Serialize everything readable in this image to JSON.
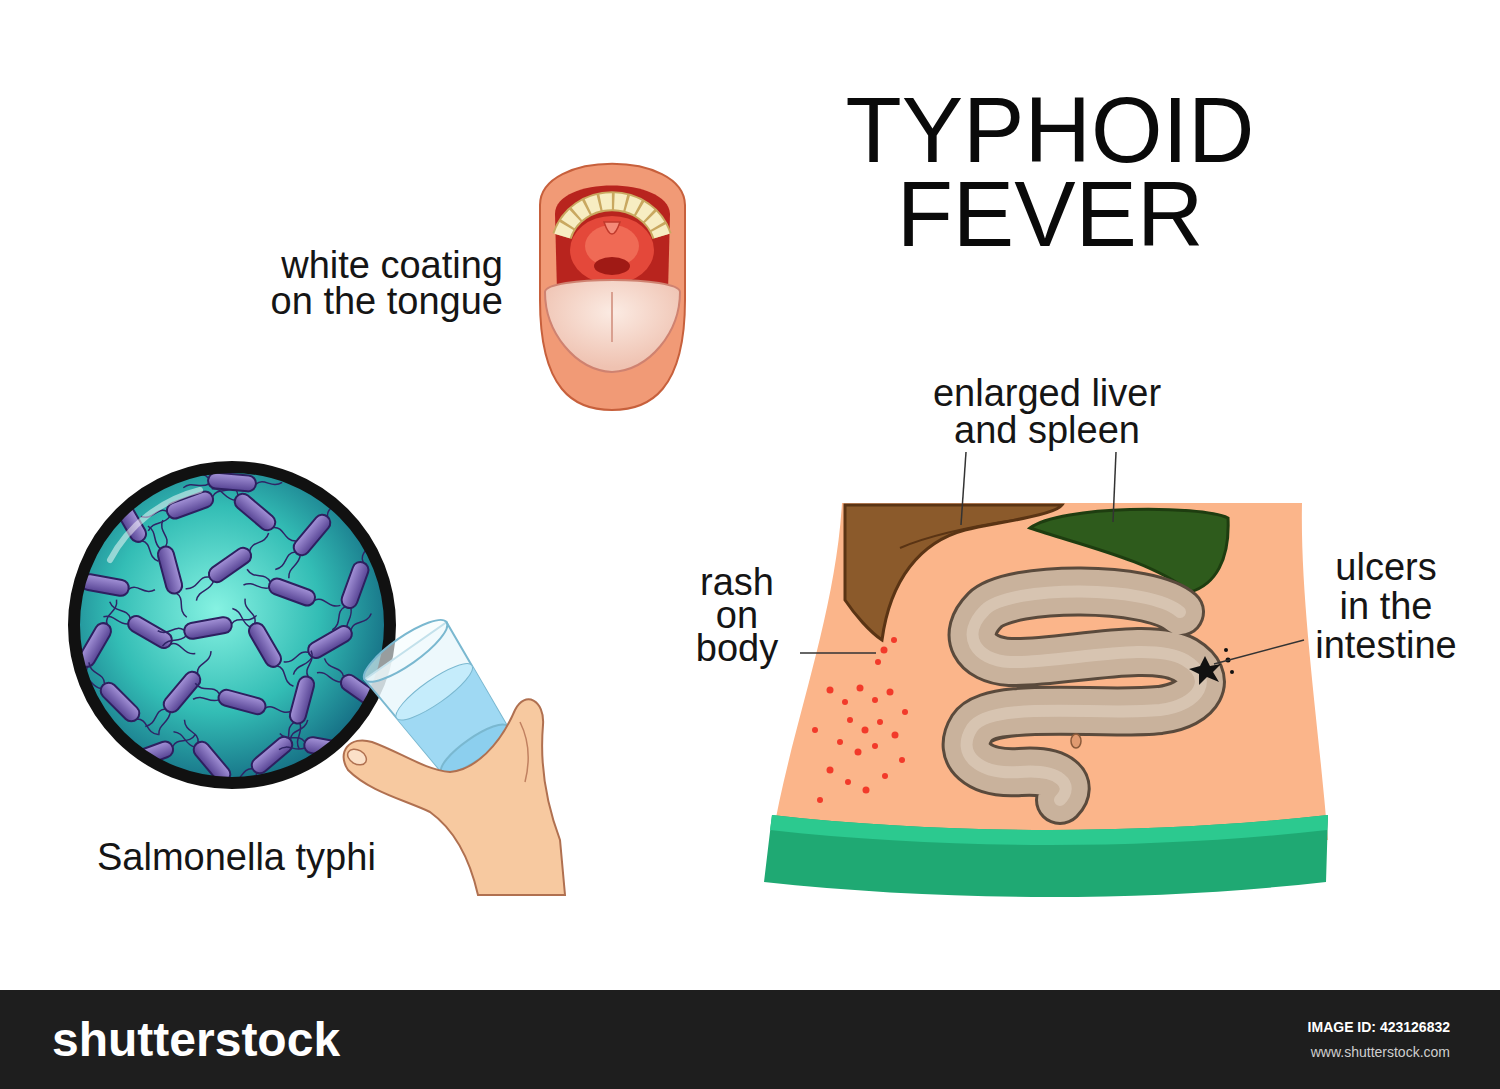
{
  "diagram": {
    "title": "TYPHOID FEVER",
    "nodes": [
      {
        "text": [
          "shutterstock",
          "IMAGE ID: 423126832",
          "www.shutterstock.com"
        ]
      }
    ],
    "labels": [
      "white coating on the tongue",
      "enlarged liver and spleen",
      "rash on body",
      "ulcers in the intestine",
      "Salmonella typhi"
    ]
  }
}
